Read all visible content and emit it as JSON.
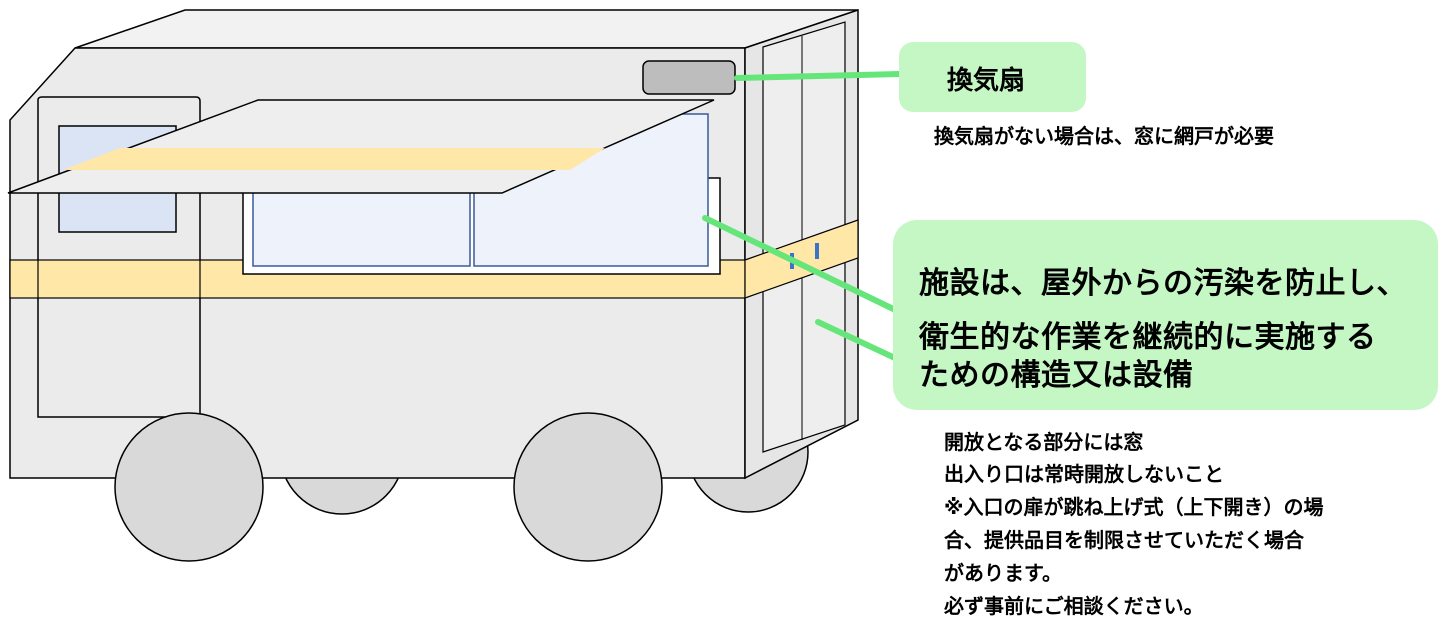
{
  "labels": {
    "fan_title": "換気扇",
    "fan_note": "換気扇がない場合は、窓に網戸が必要",
    "facility_lines": [
      "施設は、屋外からの汚染を防止し、",
      "衛生的な作業を継続的に実施する",
      "ための構造又は設備"
    ],
    "notes": [
      "開放となる部分には窓",
      "出入り口は常時開放しないこと",
      "※入口の扉が跳ね上げ式（上下開き）の場",
      "合、提供品目を制限させていただく場合",
      "があります。",
      "必ず事前にご相談ください。"
    ]
  },
  "colors": {
    "callout_bg": "#c5f7c5",
    "connector": "#66e67a",
    "truck_body": "#ebebeb",
    "truck_roof": "#f2f2f2",
    "stripe": "#ffe7a8",
    "window_glass": "#eef2fb",
    "window_frame": "#3a5a9a",
    "wheel": "#d9d9d9",
    "outline": "#000000"
  },
  "icons": [
    "ventilation-fan-icon",
    "food-truck-illustration"
  ]
}
